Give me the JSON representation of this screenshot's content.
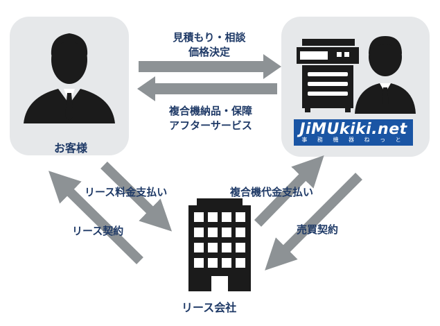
{
  "customer": {
    "label": "お客様"
  },
  "dealer": {
    "logo_text": "JiMUkiki.net",
    "logo_subtext": "事 務 機 器 ね っ と"
  },
  "leasing_company": {
    "label": "リース会社"
  },
  "flows": {
    "top_label_line1": "見積もり・相談",
    "top_label_line2": "価格決定",
    "bottom_label_line1": "複合機納品・保障",
    "bottom_label_line2": "アフターサービス",
    "lease_fee_payment": "リース料金支払い",
    "lease_contract": "リース契約",
    "copier_payment": "複合機代金支払い",
    "sales_contract": "売買契約"
  },
  "colors": {
    "panel": "#e6e8ea",
    "arrow": "#8d9295",
    "label": "#1f3a67",
    "logo_bg": "#1a55a4"
  }
}
